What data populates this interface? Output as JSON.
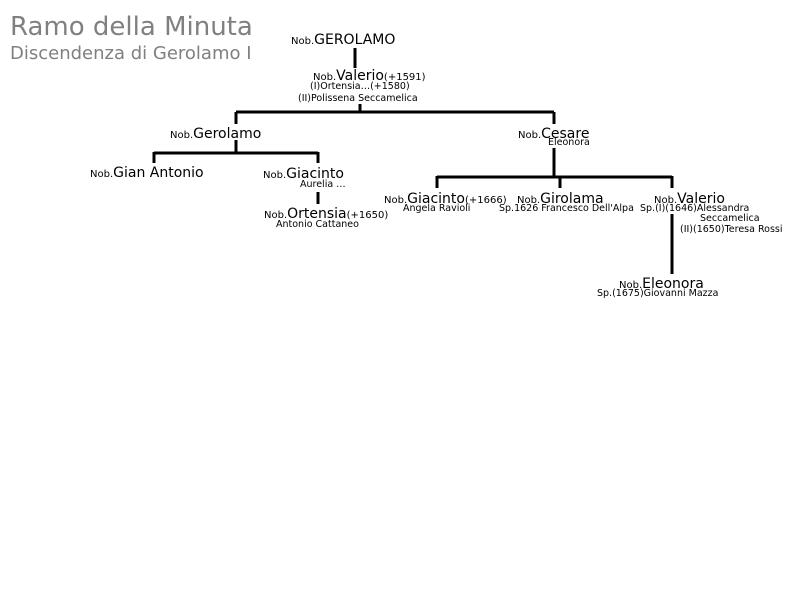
{
  "header": {
    "title": "Ramo della Minuta",
    "subtitle": "Discendenza di Gerolamo I"
  },
  "tree": {
    "gerolamo_root": {
      "prefix": "Nob.",
      "name": "GEROLAMO"
    },
    "valerio_1": {
      "prefix": "Nob.",
      "name": "Valerio",
      "dates": "(+1591)",
      "spouse1": "(I)Ortensia…(+1580)",
      "spouse2": "(II)Polissena Seccamelica"
    },
    "gerolamo_2": {
      "prefix": "Nob.",
      "name": "Gerolamo"
    },
    "cesare": {
      "prefix": "Nob.",
      "name": "Cesare",
      "spouse": "Eleonora"
    },
    "gian_antonio": {
      "prefix": "Nob.",
      "name": "Gian Antonio"
    },
    "giacinto_1": {
      "prefix": "Nob.",
      "name": "Giacinto",
      "spouse": "Aurelia …"
    },
    "ortensia": {
      "prefix": "Nob.",
      "name": "Ortensia",
      "dates": "(+1650)",
      "spouse": "Antonio Cattaneo"
    },
    "giacinto_2": {
      "prefix": "Nob.",
      "name": "Giacinto",
      "dates": "(+1666)",
      "spouse": "Angela Ravioli"
    },
    "girolama": {
      "prefix": "Nob.",
      "name": "Girolama",
      "spouse": "Sp.1626 Francesco Dell'Alpa"
    },
    "valerio_2": {
      "prefix": "Nob.",
      "name": "Valerio",
      "spouse1": "Sp.(I)(1646)Alessandra",
      "spouse1b": "Seccamelica",
      "spouse2": "(II)(1650)Teresa Rossi"
    },
    "eleonora": {
      "prefix": "Nob.",
      "name": "Eleonora",
      "spouse": "Sp.(1675)Giovanni Mazza"
    }
  }
}
